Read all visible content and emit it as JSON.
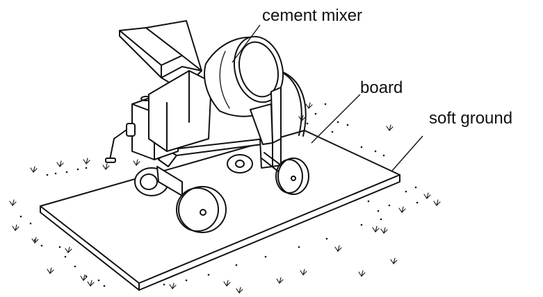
{
  "labels": {
    "mixer": "cement mixer",
    "board": "board",
    "ground": "soft ground"
  }
}
